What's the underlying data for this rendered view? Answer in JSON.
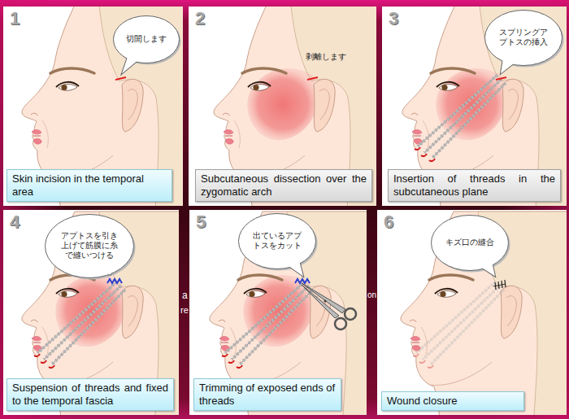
{
  "diagram": {
    "nodes": [
      {
        "text": [
          "1"
        ]
      },
      {
        "text": [
          "切開します"
        ],
        "in": 0
      },
      {
        "text": [
          "Skin incision in the temporal area"
        ],
        "in": 0
      },
      {
        "text": [
          "2"
        ]
      },
      {
        "text": [
          "Subcutaneous dissection over the zygomatic arch"
        ],
        "in": 3
      },
      {
        "text": [
          "3"
        ]
      },
      {
        "text": [
          "スプリングアプトスの挿入"
        ],
        "in": 5
      },
      {
        "text": [
          "Insertion of threads in the subcutaneous plane"
        ],
        "in": 5
      },
      {
        "text": [
          "4"
        ]
      },
      {
        "text": [
          "アプトスを引き上げて筋膜に糸で縫いつける"
        ],
        "in": 8
      },
      {
        "text": [
          "Suspension of threads and fixed to the temporal fascia"
        ],
        "in": 8
      },
      {
        "text": [
          "5"
        ]
      },
      {
        "text": [
          "出ているアプトスをカット"
        ],
        "in": 11
      },
      {
        "text": [
          "Trimming of exposed ends of threads"
        ],
        "in": 11
      },
      {
        "text": [
          "6"
        ]
      },
      {
        "text": [
          "キズ口の縫合"
        ],
        "in": 14
      },
      {
        "text": [
          "Wound closure"
        ],
        "in": 14
      }
    ],
    "labels": [
      "剥離します",
      "a",
      "on",
      "re"
    ]
  }
}
